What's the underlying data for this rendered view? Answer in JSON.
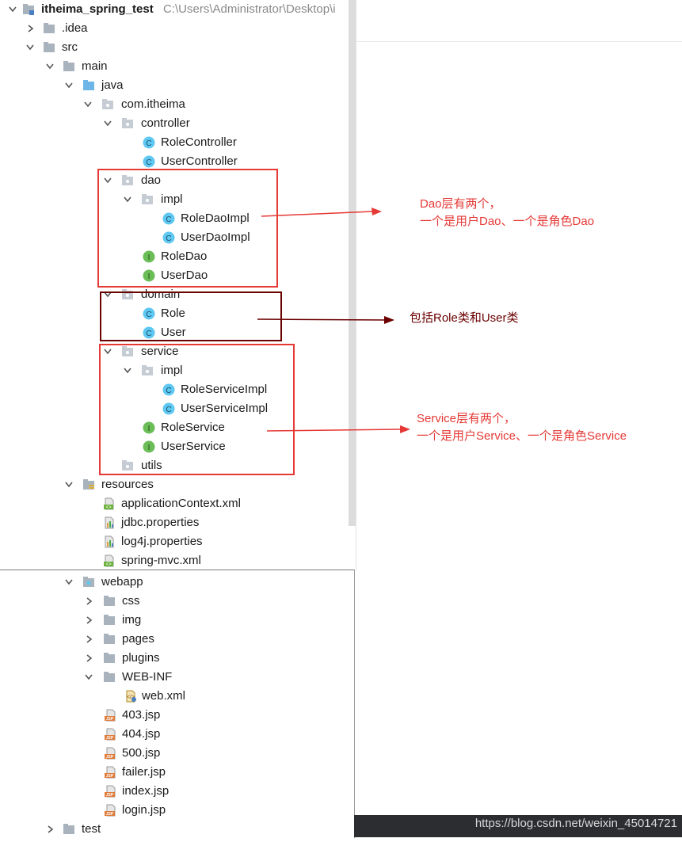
{
  "project": {
    "name": "itheima_spring_test",
    "path": "C:\\Users\\Administrator\\Desktop\\i"
  },
  "tree": {
    "idea": ".idea",
    "src": "src",
    "main": "main",
    "java": "java",
    "pkg": "com.itheima",
    "controller": "controller",
    "role_controller": "RoleController",
    "user_controller": "UserController",
    "dao": "dao",
    "dao_impl": "impl",
    "role_dao_impl": "RoleDaoImpl",
    "user_dao_impl": "UserDaoImpl",
    "role_dao": "RoleDao",
    "user_dao": "UserDao",
    "domain": "domain",
    "role": "Role",
    "user": "User",
    "service": "service",
    "service_impl": "impl",
    "role_service_impl": "RoleServiceImpl",
    "user_service_impl": "UserServiceImpl",
    "role_service": "RoleService",
    "user_service": "UserService",
    "utils": "utils",
    "resources": "resources",
    "app_context": "applicationContext.xml",
    "jdbc_props": "jdbc.properties",
    "log4j_props": "log4j.properties",
    "spring_mvc": "spring-mvc.xml",
    "webapp": "webapp",
    "css": "css",
    "img": "img",
    "pages": "pages",
    "plugins": "plugins",
    "web_inf": "WEB-INF",
    "web_xml": "web.xml",
    "jsp_403": "403.jsp",
    "jsp_404": "404.jsp",
    "jsp_500": "500.jsp",
    "jsp_failer": "failer.jsp",
    "jsp_index": "index.jsp",
    "jsp_login": "login.jsp",
    "test": "test"
  },
  "icon_letters": {
    "class": "C",
    "interface": "I"
  },
  "annotations": {
    "dao_line1": "Dao层有两个，",
    "dao_line2": "一个是用户Dao、一个是角色Dao",
    "domain_text": "包括Role类和User类",
    "service_line1": "Service层有两个，",
    "service_line2": "一个是用户Service、一个是角色Service"
  },
  "watermark": "https://blog.csdn.net/weixin_45014721",
  "colors": {
    "annotation_red": "#e53935",
    "annotation_dark": "#6b0000",
    "class_icon": "#5ec8f2",
    "interface_icon": "#6bbd57",
    "folder": "#a9b3bd",
    "source_folder": "#6eb6e8"
  }
}
